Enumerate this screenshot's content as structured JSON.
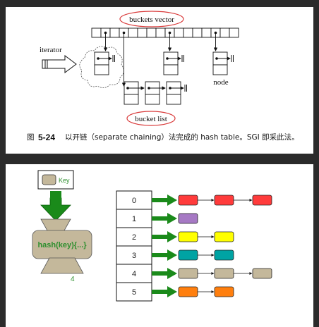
{
  "top": {
    "buckets_vector_label": "buckets vector",
    "iterator_label": "iterator",
    "node_label": "node",
    "bucket_list_label": "bucket list",
    "caption_prefix": "图",
    "caption_number": "5-24",
    "caption_text": "以开链（separate chaining）法完成的 hash table。SGI 即采此法。"
  },
  "bottom": {
    "key_label": "Key",
    "hash_label": "hash(key){...}",
    "hash_output": "4",
    "bucket_indices": [
      "0",
      "1",
      "2",
      "3",
      "4",
      "5"
    ],
    "chains": [
      {
        "index": "0",
        "node_count": 3,
        "color": "#ff3b3b"
      },
      {
        "index": "1",
        "node_count": 1,
        "color": "#a679c4"
      },
      {
        "index": "2",
        "node_count": 2,
        "color": "#ffff00"
      },
      {
        "index": "3",
        "node_count": 2,
        "color": "#00a3a3"
      },
      {
        "index": "4",
        "node_count": 3,
        "color": "#c4b89b"
      },
      {
        "index": "5",
        "node_count": 2,
        "color": "#ff7f0e"
      }
    ],
    "colors": {
      "arrow_green": "#1a8a1a",
      "hash_body": "#c4b89b",
      "hash_text": "#2f8f2f",
      "output_text": "#2f8f2f"
    }
  }
}
